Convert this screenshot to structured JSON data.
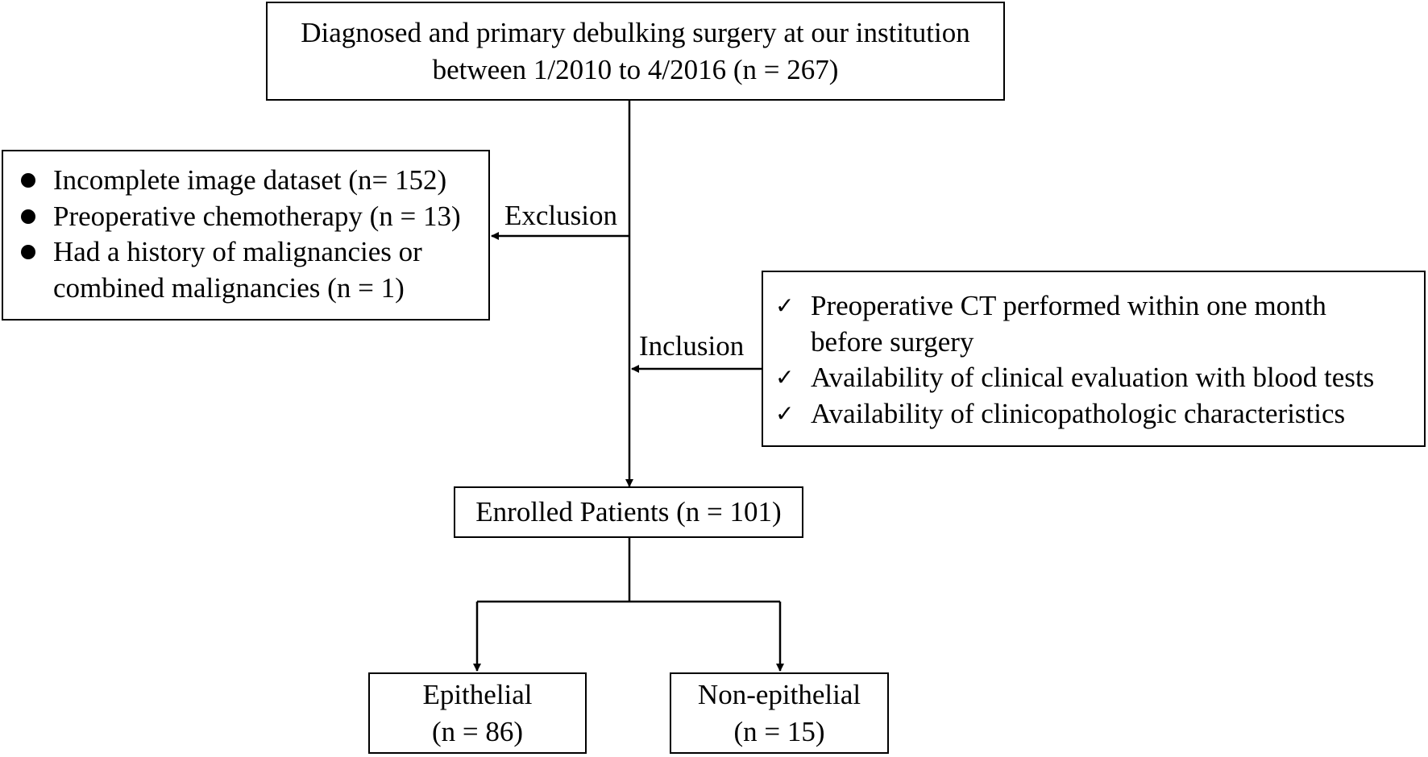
{
  "diagram": {
    "top_box": {
      "line1": "Diagnosed and primary debulking surgery at our institution",
      "line2": "between 1/2010 to 4/2016 (n = 267)"
    },
    "exclusion": {
      "label": "Exclusion",
      "items": [
        "Incomplete image dataset (n= 152)",
        "Preoperative chemotherapy (n = 13)",
        "Had a history of malignancies or",
        "combined malignancies (n = 1)"
      ]
    },
    "inclusion": {
      "label": "Inclusion",
      "items": [
        "Preoperative CT performed within one month",
        "before surgery",
        "Availability of clinical evaluation with blood tests",
        "Availability of clinicopathologic characteristics"
      ]
    },
    "enrolled": {
      "label": "Enrolled Patients (n = 101)"
    },
    "epithelial": {
      "line1": "Epithelial",
      "line2": "(n = 86)"
    },
    "non_epithelial": {
      "line1": "Non-epithelial",
      "line2": "(n = 15)"
    }
  },
  "icons": {
    "exclusion_bullet": "filled-circle-icon",
    "inclusion_bullet": "checkmark-icon"
  },
  "colors": {
    "stroke": "#000000",
    "background": "#ffffff"
  }
}
